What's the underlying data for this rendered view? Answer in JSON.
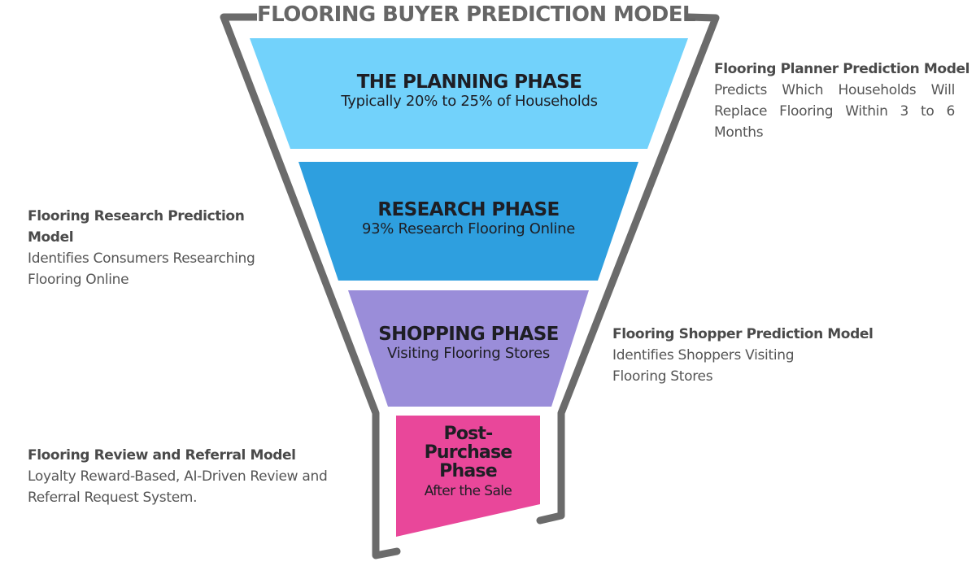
{
  "title": "FLOORING BUYER PREDICTION MODEL",
  "colors": {
    "frame": "#6b6b6b",
    "planning": "#72d2fb",
    "research": "#2e9fdf",
    "shopping": "#9a8dd9",
    "post_purchase": "#e9479a",
    "stage_text": "#1e1e24",
    "note_text": "#555555"
  },
  "stages": [
    {
      "key": "planning",
      "title": "THE PLANNING PHASE",
      "subtitle": "Typically 20% to 25% of Households"
    },
    {
      "key": "research",
      "title": "RESEARCH PHASE",
      "subtitle": "93% Research Flooring Online"
    },
    {
      "key": "shopping",
      "title": "SHOPPING PHASE",
      "subtitle": "Visiting Flooring Stores"
    },
    {
      "key": "post_purchase",
      "title_lines": [
        "Post-",
        "Purchase",
        "Phase"
      ],
      "subtitle": "After the Sale"
    }
  ],
  "notes": {
    "planner": {
      "title": "Flooring Planner Prediction Model",
      "body": "Predicts Which Households Will Replace Flooring Within 3 to 6 Months"
    },
    "research": {
      "title": "Flooring Research Prediction Model",
      "body": "Identifies Consumers Researching Flooring Online"
    },
    "shopper": {
      "title": "Flooring Shopper Prediction Model",
      "body": "Identifies Shoppers Visiting Flooring Stores"
    },
    "review": {
      "title": "Flooring Review and Referral Model",
      "body": "Loyalty Reward-Based, AI-Driven Review and Referral Request System."
    }
  }
}
